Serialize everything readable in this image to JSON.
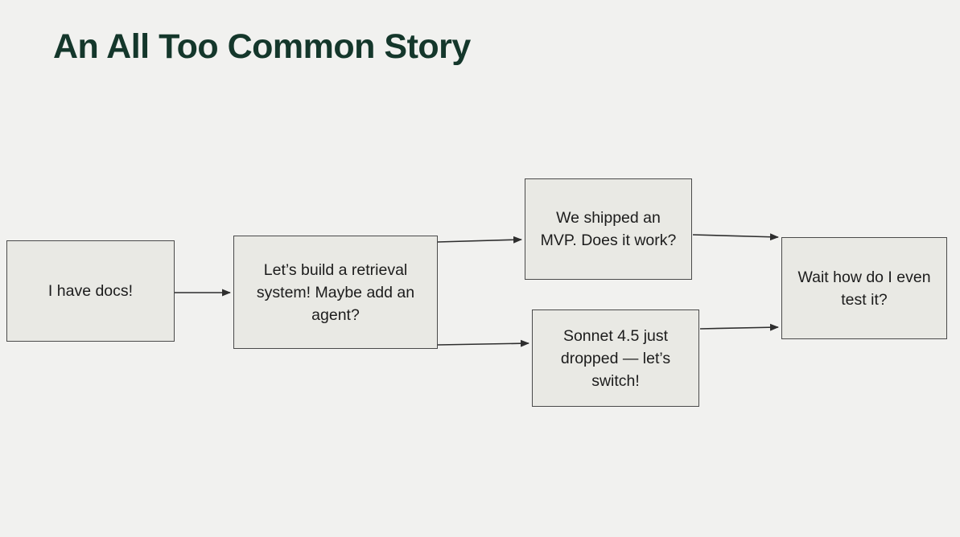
{
  "slide": {
    "title": "An All Too Common Story"
  },
  "colors": {
    "background": "#f1f1ef",
    "box_fill": "#e9e9e4",
    "box_border": "#4a4a4a",
    "title": "#14372b",
    "arrow": "#2e2e2e",
    "text": "#1c1c1c"
  },
  "diagram": {
    "type": "flowchart",
    "nodes": [
      {
        "id": "docs",
        "label": "I have docs!"
      },
      {
        "id": "build",
        "label": "Let’s build a retrieval system! Maybe add an agent?"
      },
      {
        "id": "mvp",
        "label": "We shipped an MVP. Does it work?"
      },
      {
        "id": "sonnet",
        "label": "Sonnet 4.5 just dropped — let’s switch!"
      },
      {
        "id": "test",
        "label": "Wait how do I even test it?"
      }
    ],
    "edges": [
      {
        "from": "docs",
        "to": "build"
      },
      {
        "from": "build",
        "to": "mvp"
      },
      {
        "from": "build",
        "to": "sonnet"
      },
      {
        "from": "mvp",
        "to": "test"
      },
      {
        "from": "sonnet",
        "to": "test"
      }
    ]
  }
}
